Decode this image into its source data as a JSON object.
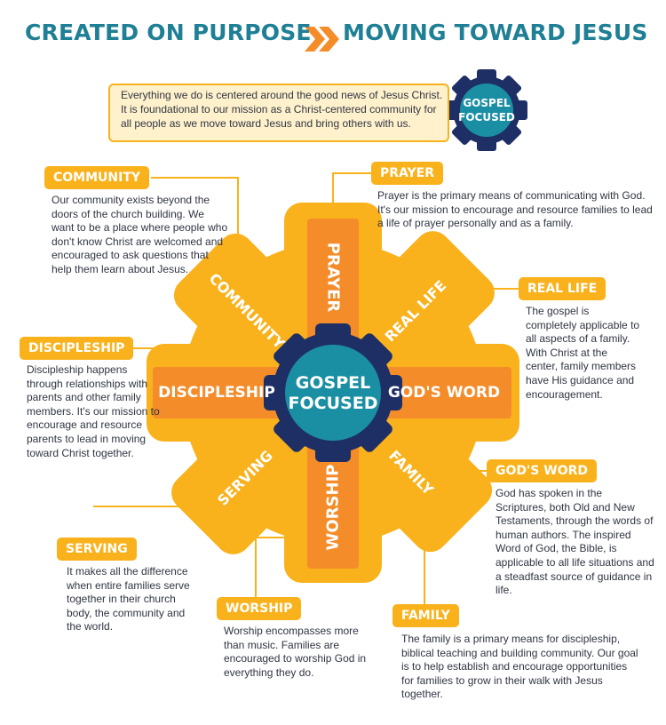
{
  "header": {
    "title_left": "CREATED ON PURPOSE",
    "title_right": "MOVING TOWARD JESUS"
  },
  "intro": {
    "text": "Everything we do is centered around the good news of Jesus Christ. It is foundational to our mission as a Christ-centered community for all people as we move toward Jesus and bring others with us.",
    "badge_line1": "GOSPEL",
    "badge_line2": "FOCUSED"
  },
  "gear": {
    "center_line1": "GOSPEL",
    "center_line2": "FOCUSED",
    "arms": {
      "top": "PRAYER",
      "bottom": "WORSHIP",
      "left": "DISCIPLESHIP",
      "right": "GOD'S WORD"
    },
    "diagonals": {
      "top_left": "COMMUNITY",
      "top_right": "REAL LIFE",
      "bottom_left": "SERVING",
      "bottom_right": "FAMILY"
    }
  },
  "sections": {
    "community": {
      "label": "COMMUNITY",
      "text": "Our community exists beyond the doors of the church building. We want to be a place where people who don't know Christ are welcomed and encouraged to ask questions that help them learn about Jesus."
    },
    "prayer": {
      "label": "PRAYER",
      "text": "Prayer is the primary means of communicating with God. It's our mission to encourage and resource families to lead a life of prayer personally and as a family."
    },
    "real_life": {
      "label": "REAL LIFE",
      "text": "The gospel is completely applicable to all aspects of a family. With Christ at the center, family members have His guidance and encouragement."
    },
    "discipleship": {
      "label": "DISCIPLESHIP",
      "text": "Discipleship happens through relationships with parents and other family members. It's our mission to encourage and resource parents to lead in moving toward Christ together."
    },
    "gods_word": {
      "label": "GOD'S WORD",
      "text": "God has spoken in the Scriptures, both Old and New Testaments, through the words of human authors. The inspired Word of God, the Bible, is applicable to all life situations and a steadfast source of guidance in life."
    },
    "serving": {
      "label": "SERVING",
      "text": "It makes all the difference when entire families serve together in their church body, the community and the world."
    },
    "worship": {
      "label": "WORSHIP",
      "text": "Worship encompasses more than music. Families are encouraged to worship God in everything they do."
    },
    "family": {
      "label": "FAMILY",
      "text": "The family is a primary means for discipleship, biblical teaching and building community. Our goal is to help establish and encourage opportunities for families to grow in their walk with Jesus together."
    }
  },
  "colors": {
    "title": "#1e7f95",
    "gold": "#f9b21c",
    "orange": "#f48c2a",
    "navy": "#1e2f66",
    "teal": "#1a8fa3",
    "text": "#2f3542"
  }
}
